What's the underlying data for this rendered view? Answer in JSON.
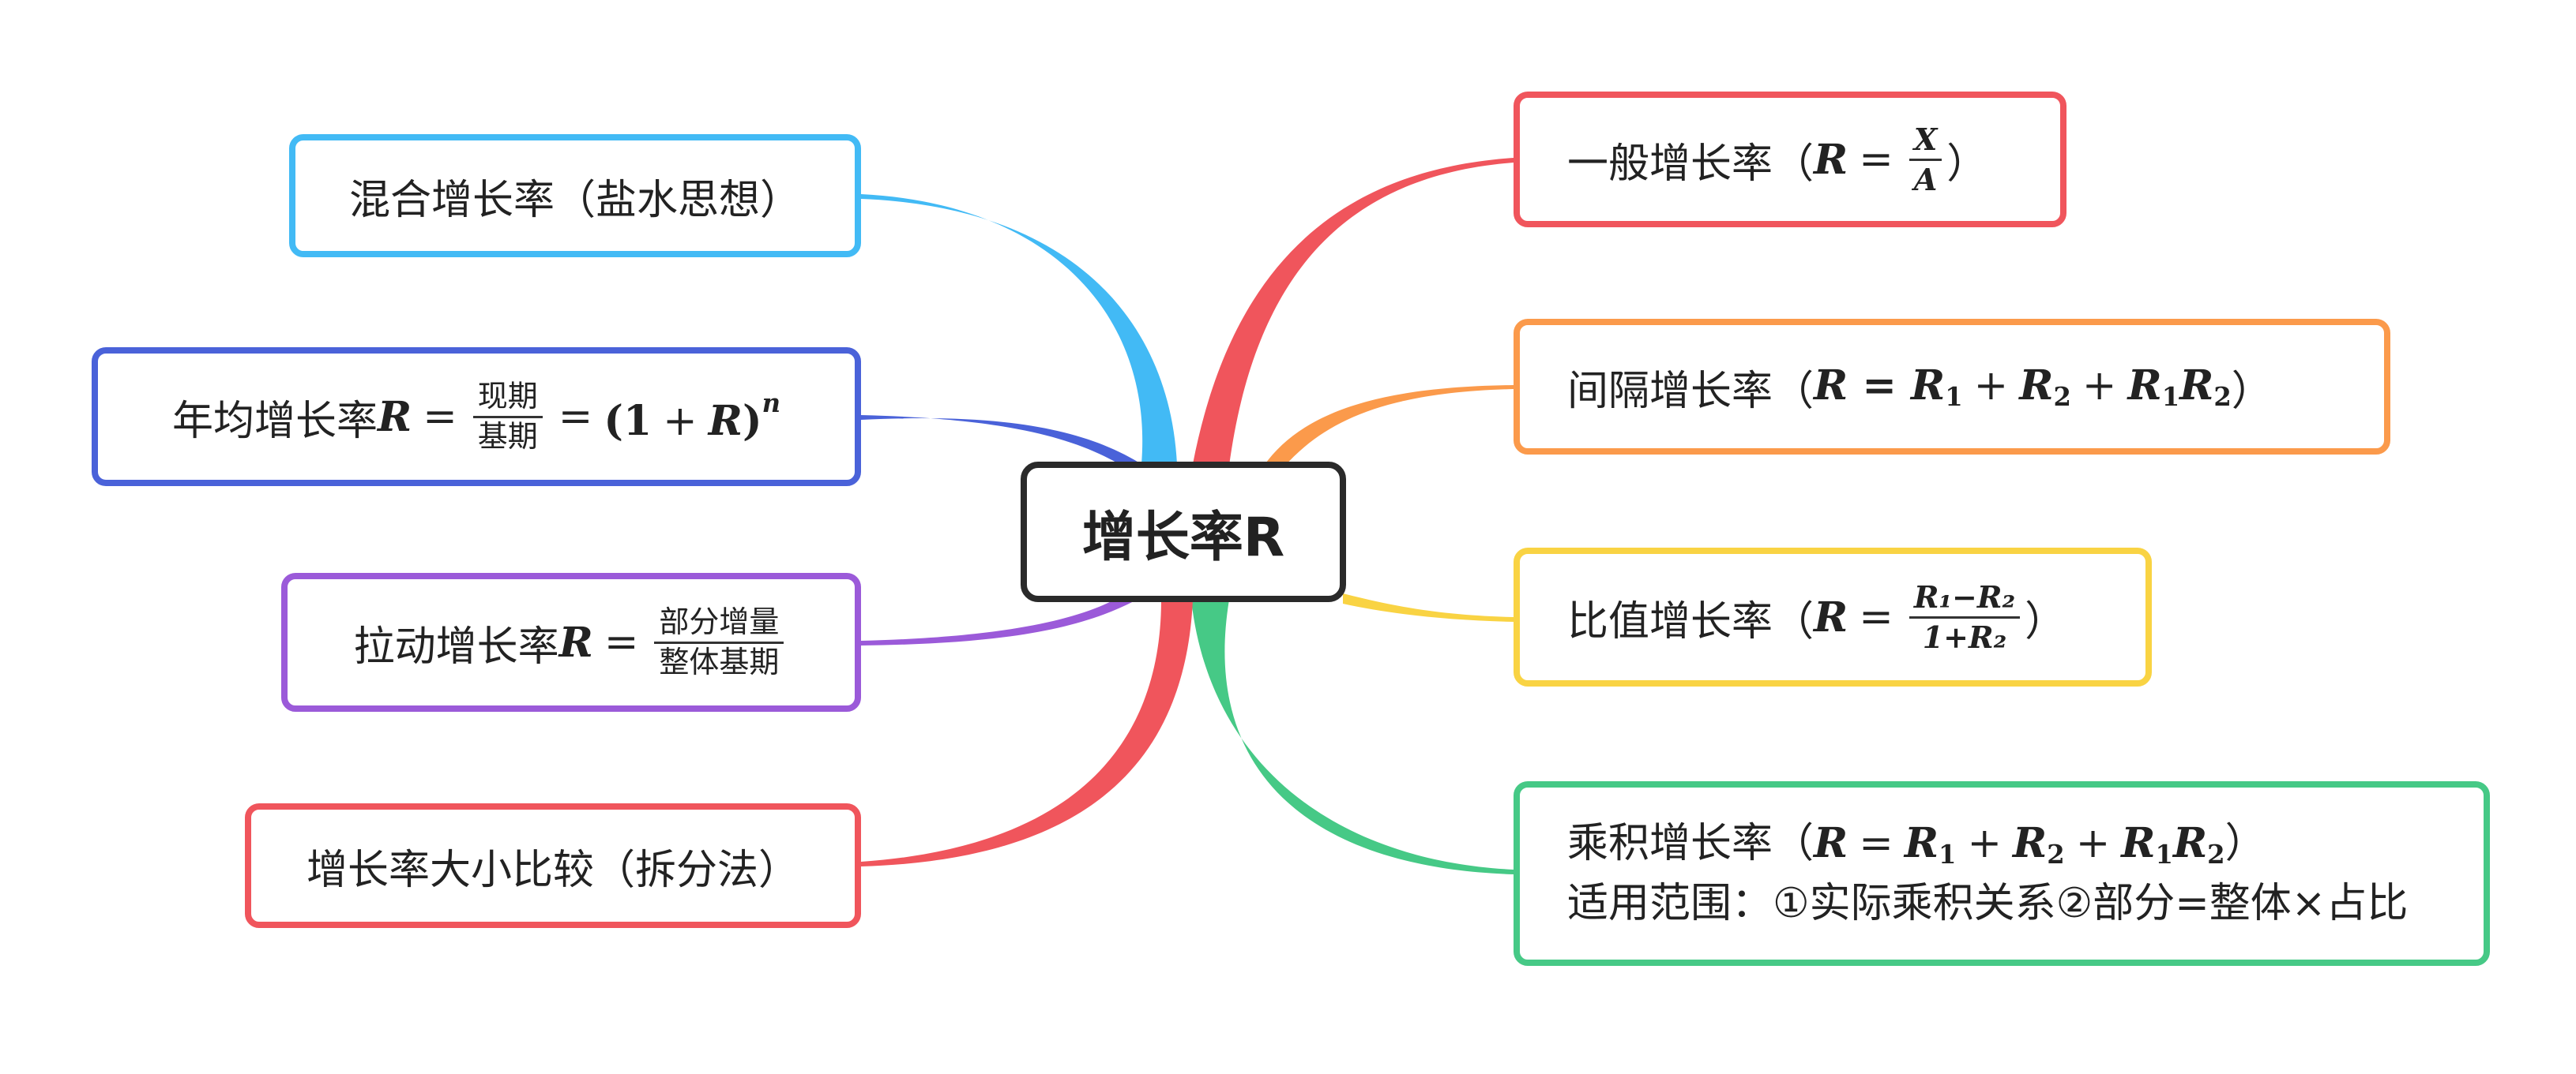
{
  "center": {
    "label": "增长率R"
  },
  "branches": {
    "general": {
      "label": "一般增长率（",
      "R": "R",
      "eq": "=",
      "num": "X",
      "den": "A",
      "close": "）",
      "color": "#f0555c"
    },
    "interval": {
      "label": "间隔增长率（",
      "formula": "R = R",
      "s1": "1",
      "plus1": "+",
      "R2": "R",
      "s2": "2",
      "plus2": "+",
      "R3": "R",
      "s3": "1",
      "R4": "R",
      "s4": "2",
      "close": "）",
      "color": "#fb9a4b"
    },
    "ratio": {
      "label": "比值增长率（",
      "R": "R",
      "eq": "=",
      "num": "R₁−R₂",
      "den": "1+R₂",
      "close": "）",
      "color": "#f9d343"
    },
    "product": {
      "label": "乘积增长率（",
      "R": "R",
      "eq": "=",
      "R1": "R",
      "s1": "1",
      "plus1": "+",
      "R2": "R",
      "s2": "2",
      "plus2": "+",
      "R3": "R",
      "s3": "1",
      "R4": "R",
      "s4": "2",
      "close": "）",
      "scope": "适用范围：①实际乘积关系②部分=整体×占比",
      "color": "#46c986"
    },
    "mixed": {
      "label": "混合增长率（盐水思想）",
      "color": "#42baf5"
    },
    "annual": {
      "label": "年均增长率",
      "R": "R",
      "eq": "=",
      "num": "现期",
      "den": "基期",
      "eq2": "=",
      "paren_open": "(",
      "one": "1",
      "plus": "+",
      "R2": "R",
      "paren_close": ")",
      "exp": "n",
      "color": "#4a62d9"
    },
    "pull": {
      "label": "拉动增长率",
      "R": "R",
      "eq": "=",
      "num": "部分增量",
      "den": "整体基期",
      "color": "#9b5ad9"
    },
    "compare": {
      "label": "增长率大小比较（拆分法）",
      "color": "#f0555c"
    }
  }
}
